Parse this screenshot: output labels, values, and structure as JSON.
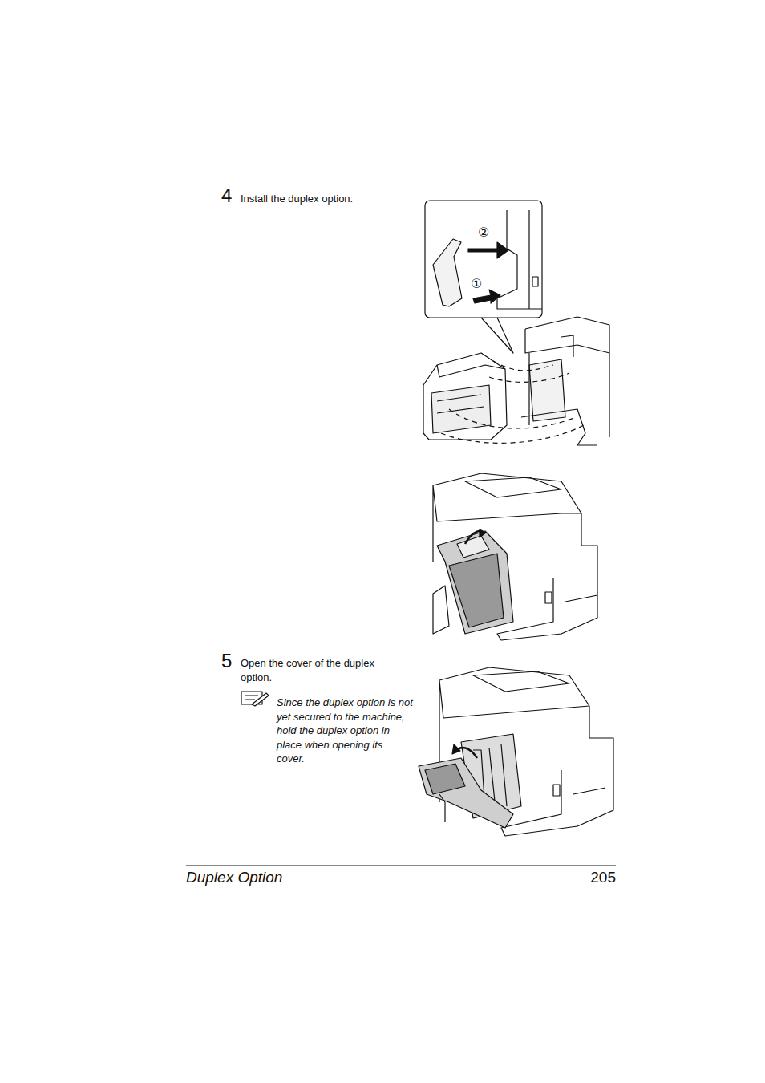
{
  "diagram": {
    "nodes": [
      {
        "text": [
          "②",
          "①"
        ]
      }
    ],
    "labels": [
      "4",
      "Install the duplex option.",
      "5",
      "Open the cover of the duplex option.",
      "Since the duplex option is not yet secured to the machine, hold the duplex option in place when opening its cover.",
      "Duplex Option",
      "205"
    ]
  }
}
